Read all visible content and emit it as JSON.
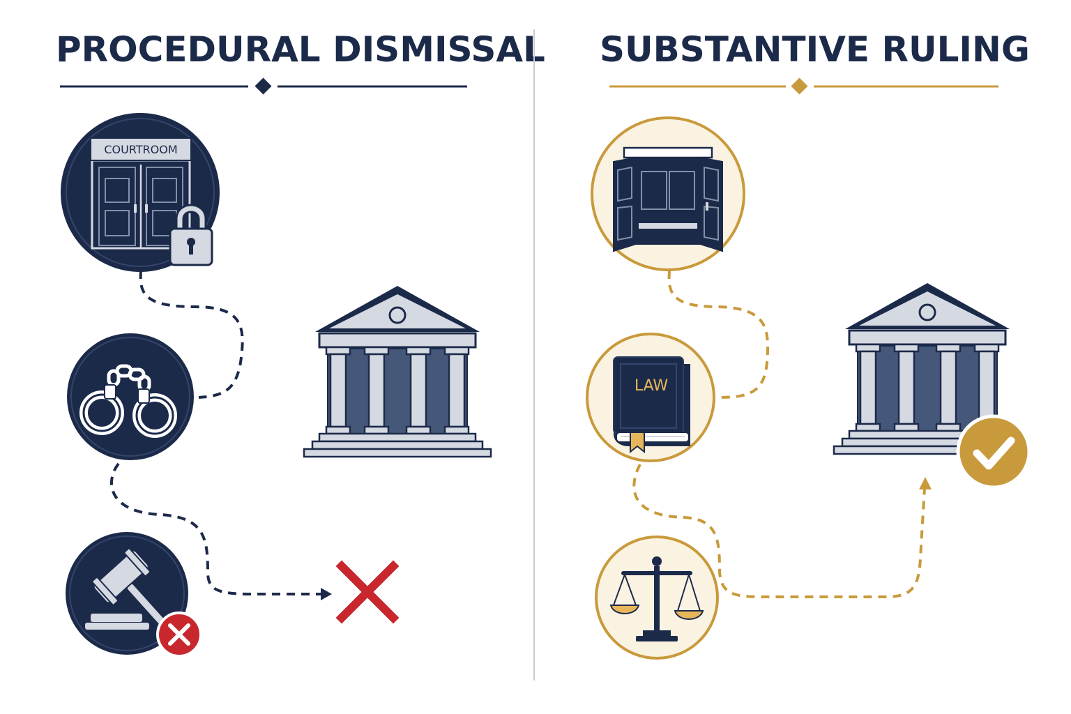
{
  "left_panel": {
    "title": "PROCEDURAL DISMISSAL",
    "steps": [
      {
        "icon": "locked-courtroom-door-icon",
        "sign_label": "COURTROOM"
      },
      {
        "icon": "handcuffs-icon"
      },
      {
        "icon": "gavel-rejected-icon"
      }
    ],
    "outcome_icon": "red-x-icon",
    "building_icon": "courthouse-icon"
  },
  "right_panel": {
    "title": "SUBSTANTIVE RULING",
    "steps": [
      {
        "icon": "open-doors-icon"
      },
      {
        "icon": "law-book-icon",
        "book_label": "LAW"
      },
      {
        "icon": "scales-of-justice-icon"
      }
    ],
    "outcome_icon": "gold-check-icon",
    "building_icon": "courthouse-icon"
  },
  "colors": {
    "navy": "#1c2a4a",
    "gold": "#c99a3c",
    "red": "#c8282d",
    "cream": "#fbf3e2",
    "column_gray": "#d5d9e1"
  }
}
